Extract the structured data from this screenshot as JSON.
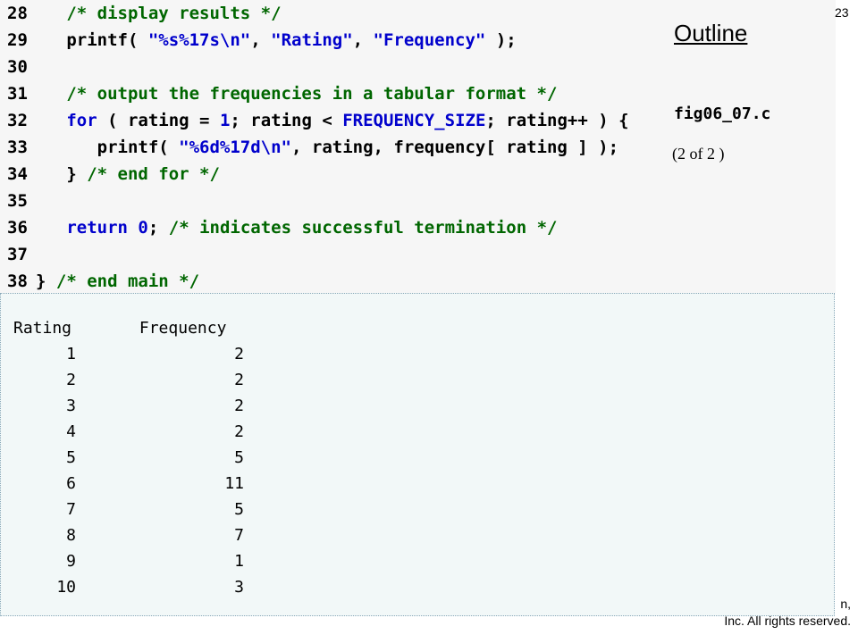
{
  "slide": {
    "number": "23",
    "outline_title": "Outline",
    "file_name": "fig06_07.c",
    "page_of": "(2 of 2 )",
    "copyright_line1": "n,",
    "copyright_line2": "Inc.  All rights reserved."
  },
  "code_lines": [
    {
      "ln": "28",
      "parts": [
        [
          "",
          "   "
        ],
        [
          "cm",
          "/* display results */"
        ]
      ]
    },
    {
      "ln": "29",
      "parts": [
        [
          "",
          "   printf( "
        ],
        [
          "st",
          "\"%s%17s\\n\""
        ],
        [
          "",
          ", "
        ],
        [
          "st",
          "\"Rating\""
        ],
        [
          "",
          ", "
        ],
        [
          "st",
          "\"Frequency\""
        ],
        [
          "",
          " );"
        ]
      ]
    },
    {
      "ln": "30",
      "parts": [
        [
          "",
          ""
        ]
      ]
    },
    {
      "ln": "31",
      "parts": [
        [
          "",
          "   "
        ],
        [
          "cm",
          "/* output the frequencies in a tabular format */"
        ]
      ]
    },
    {
      "ln": "32",
      "parts": [
        [
          "",
          "   "
        ],
        [
          "kw",
          "for"
        ],
        [
          "",
          " ( rating = "
        ],
        [
          "kw",
          "1"
        ],
        [
          "",
          "; rating < "
        ],
        [
          "kw",
          "FREQUENCY_SIZE"
        ],
        [
          "",
          "; rating++ ) {"
        ]
      ]
    },
    {
      "ln": "33",
      "parts": [
        [
          "",
          "      printf( "
        ],
        [
          "st",
          "\"%6d%17d\\n\""
        ],
        [
          "",
          ", rating, frequency[ rating ] );"
        ]
      ]
    },
    {
      "ln": "34",
      "parts": [
        [
          "",
          "   } "
        ],
        [
          "cm",
          "/* end for */"
        ]
      ]
    },
    {
      "ln": "35",
      "parts": [
        [
          "",
          ""
        ]
      ]
    },
    {
      "ln": "36",
      "parts": [
        [
          "",
          "   "
        ],
        [
          "kw",
          "return"
        ],
        [
          "",
          " "
        ],
        [
          "kw",
          "0"
        ],
        [
          "",
          "; "
        ],
        [
          "cm",
          "/* indicates successful termination */"
        ]
      ]
    },
    {
      "ln": "37",
      "parts": [
        [
          "",
          ""
        ]
      ]
    },
    {
      "ln": "38",
      "parts": [
        [
          "",
          "} "
        ],
        [
          "cm",
          "/* end main */"
        ]
      ]
    }
  ],
  "output": {
    "header": "Rating       Frequency",
    "rows": [
      {
        "rating": "1",
        "frequency": "2"
      },
      {
        "rating": "2",
        "frequency": "2"
      },
      {
        "rating": "3",
        "frequency": "2"
      },
      {
        "rating": "4",
        "frequency": "2"
      },
      {
        "rating": "5",
        "frequency": "5"
      },
      {
        "rating": "6",
        "frequency": "11"
      },
      {
        "rating": "7",
        "frequency": "5"
      },
      {
        "rating": "8",
        "frequency": "7"
      },
      {
        "rating": "9",
        "frequency": "1"
      },
      {
        "rating": "10",
        "frequency": "3"
      }
    ]
  }
}
